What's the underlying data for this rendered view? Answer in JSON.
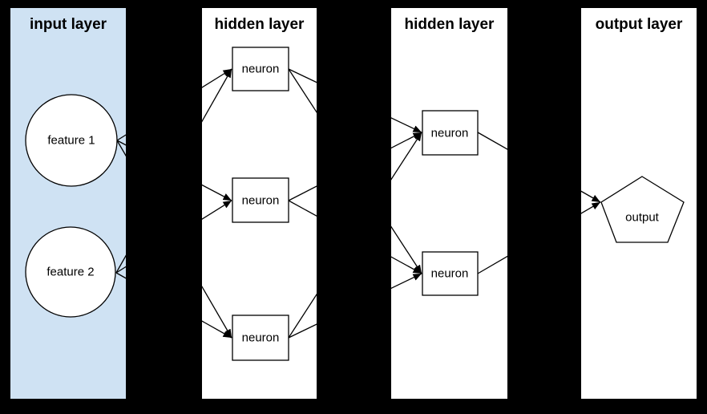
{
  "canvas": {
    "background": "#000000",
    "stroke_color": "#000000",
    "node_fill": "#ffffff",
    "text_color": "#000000"
  },
  "panels": [
    {
      "id": "input",
      "title": "input layer",
      "fill": "#cfe2f3"
    },
    {
      "id": "hidden1",
      "title": "hidden layer",
      "fill": "#ffffff"
    },
    {
      "id": "hidden2",
      "title": "hidden layer",
      "fill": "#ffffff"
    },
    {
      "id": "output",
      "title": "output layer",
      "fill": "#ffffff"
    }
  ],
  "nodes": {
    "input": [
      {
        "id": "f1",
        "label": "feature 1",
        "shape": "circle"
      },
      {
        "id": "f2",
        "label": "feature 2",
        "shape": "circle"
      }
    ],
    "hidden1": [
      {
        "id": "h1n1",
        "label": "neuron",
        "shape": "rectangle"
      },
      {
        "id": "h1n2",
        "label": "neuron",
        "shape": "rectangle"
      },
      {
        "id": "h1n3",
        "label": "neuron",
        "shape": "rectangle"
      }
    ],
    "hidden2": [
      {
        "id": "h2n1",
        "label": "neuron",
        "shape": "rectangle"
      },
      {
        "id": "h2n2",
        "label": "neuron",
        "shape": "rectangle"
      }
    ],
    "output": [
      {
        "id": "out",
        "label": "output",
        "shape": "pentagon"
      }
    ]
  },
  "edges": [
    {
      "from": "f1",
      "to": "h1n1"
    },
    {
      "from": "f1",
      "to": "h1n2"
    },
    {
      "from": "f1",
      "to": "h1n3"
    },
    {
      "from": "f2",
      "to": "h1n1"
    },
    {
      "from": "f2",
      "to": "h1n2"
    },
    {
      "from": "f2",
      "to": "h1n3"
    },
    {
      "from": "h1n1",
      "to": "h2n1"
    },
    {
      "from": "h1n2",
      "to": "h2n1"
    },
    {
      "from": "h1n3",
      "to": "h2n1"
    },
    {
      "from": "h1n1",
      "to": "h2n2"
    },
    {
      "from": "h1n2",
      "to": "h2n2"
    },
    {
      "from": "h1n3",
      "to": "h2n2"
    },
    {
      "from": "h2n1",
      "to": "out"
    },
    {
      "from": "h2n2",
      "to": "out"
    }
  ]
}
